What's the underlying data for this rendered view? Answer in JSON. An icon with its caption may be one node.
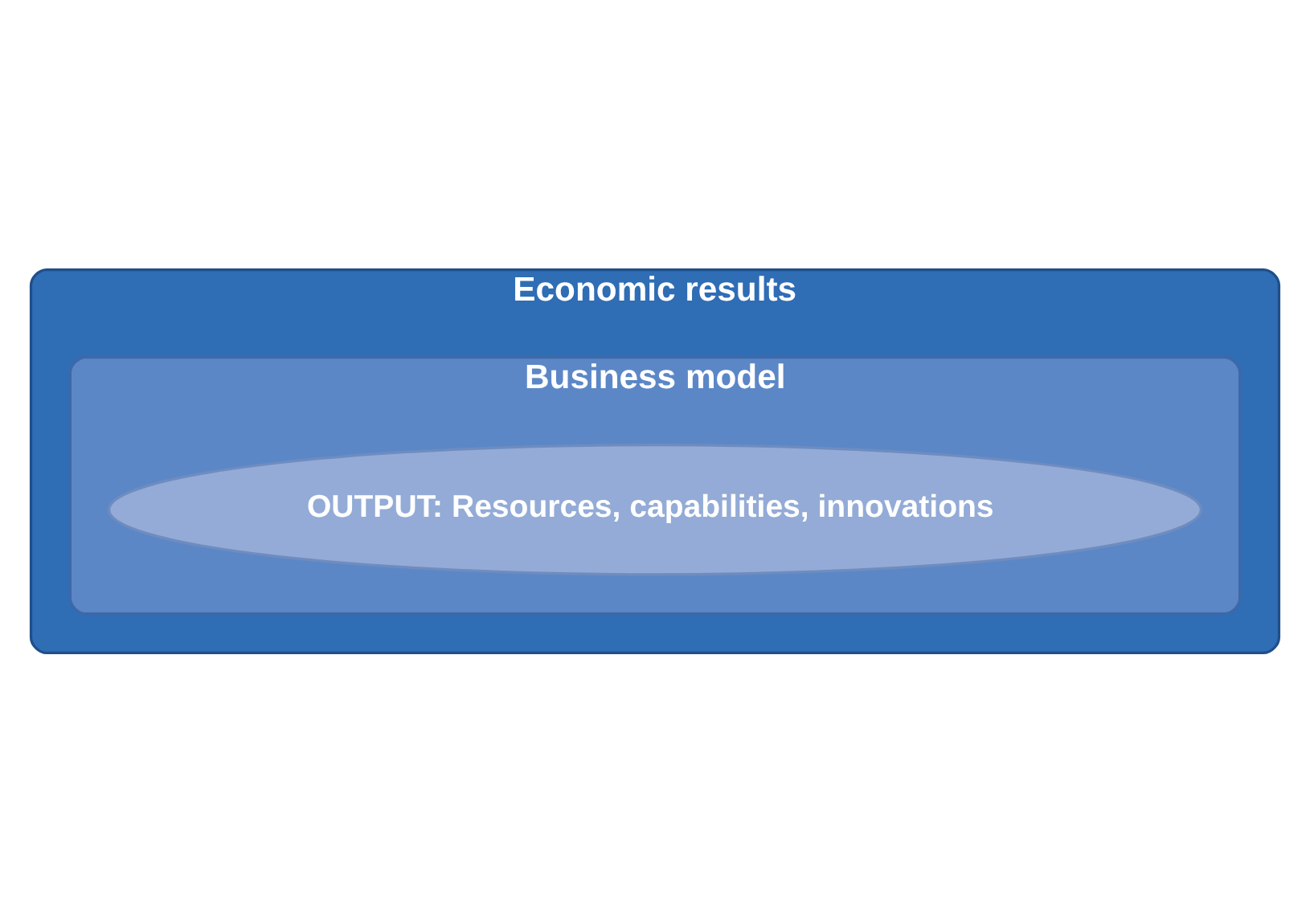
{
  "diagram": {
    "nodes": [
      {
        "text": [
          "Economic results"
        ]
      },
      {
        "text": [
          "Business model"
        ],
        "in": 0
      },
      {
        "text": [
          "OUTPUT: Resources, capabilities, innovations"
        ],
        "in": 1
      }
    ]
  }
}
